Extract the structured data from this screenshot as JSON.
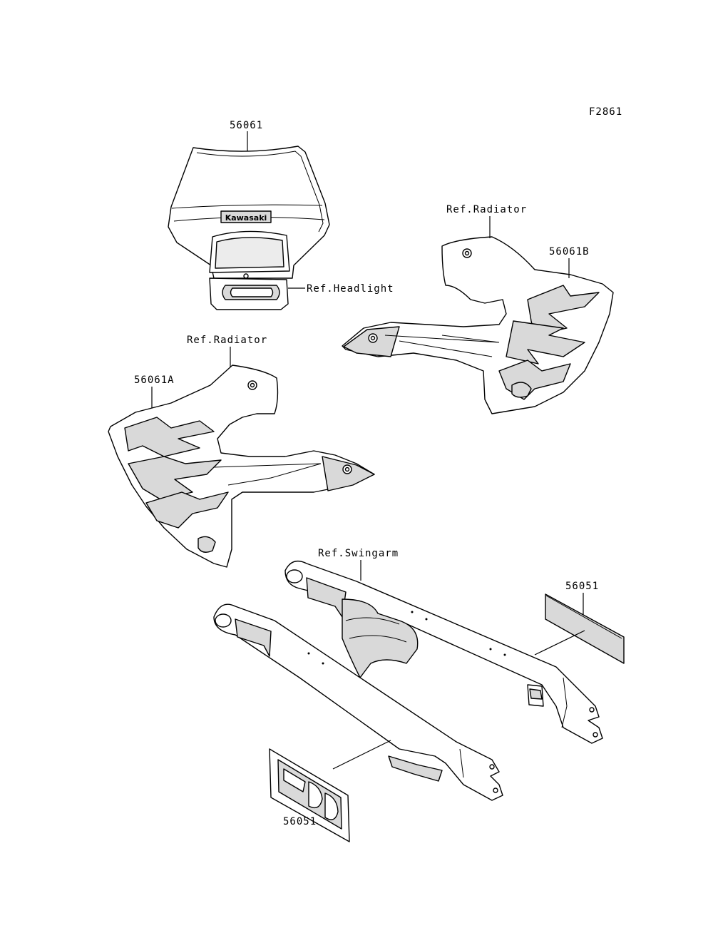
{
  "figure_code": "F2861",
  "logo_text": "Kawasaki",
  "labels": {
    "headlight_cover_part": "56061",
    "ref_headlight": "Ref.Headlight",
    "ref_radiator_right": "Ref.Radiator",
    "right_shroud_part": "56061B",
    "ref_radiator_left": "Ref.Radiator",
    "left_shroud_part": "56061A",
    "ref_swingarm": "Ref.Swingarm",
    "swingarm_stripe_part": "56051",
    "swingarm_decal_part": "56051"
  },
  "colors": {
    "line": "#000000",
    "shade": "#d9d9d9",
    "background": "#ffffff"
  }
}
